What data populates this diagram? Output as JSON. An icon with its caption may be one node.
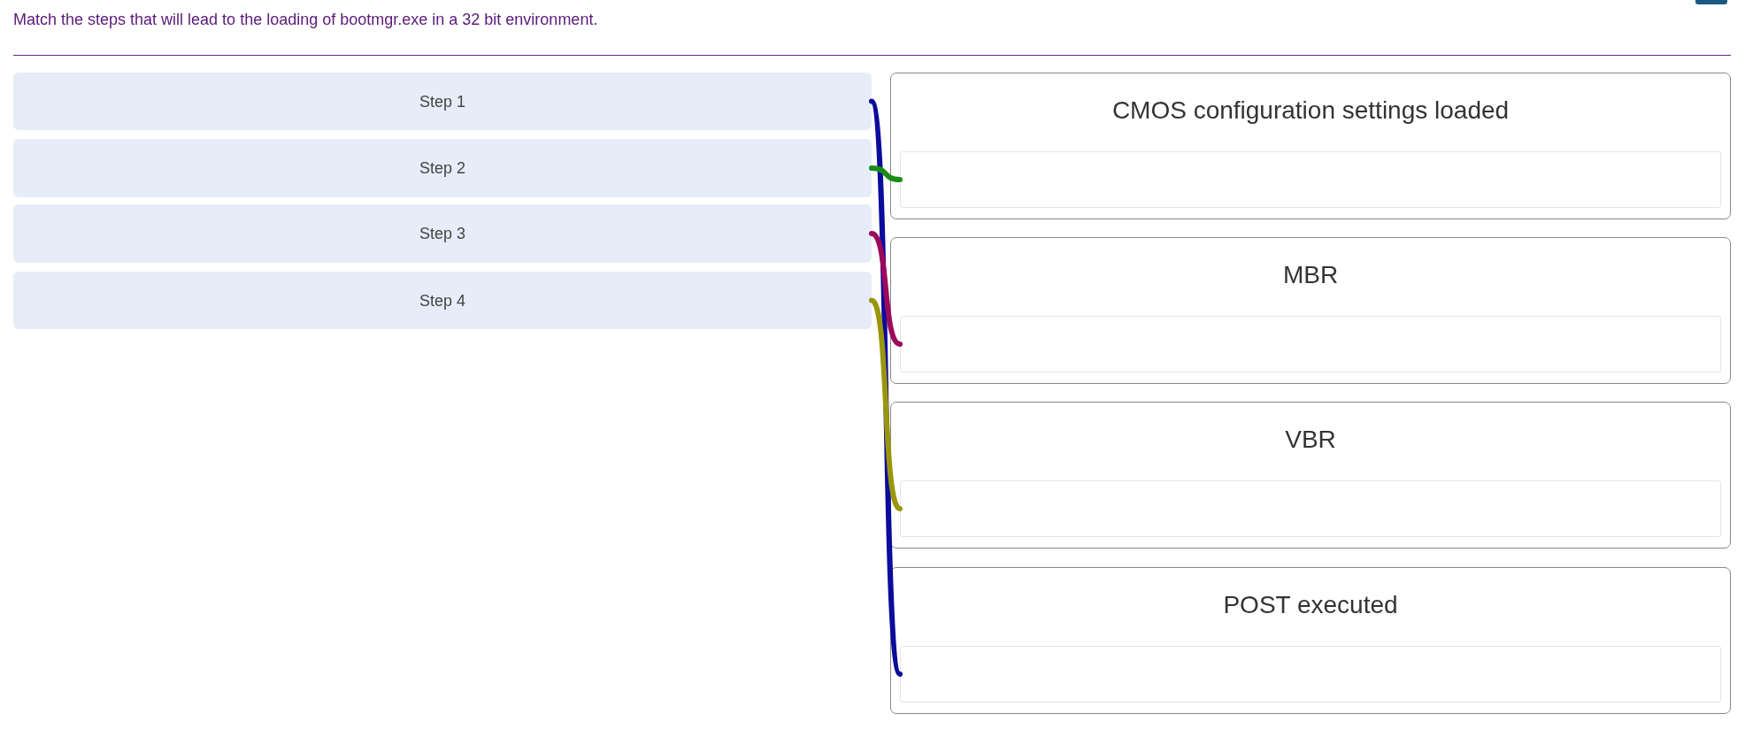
{
  "diagram": {
    "title": "Match the steps that will lead to the loading of bootmgr.exe in a 32 bit environment.",
    "nodes": [
      {
        "text": [
          "Step 1"
        ]
      },
      {
        "text": [
          "Step 2"
        ]
      },
      {
        "text": [
          "Step 3"
        ]
      },
      {
        "text": [
          "Step 4"
        ]
      },
      {
        "text": [
          "CMOS configuration settings loaded"
        ]
      },
      {
        "text": [],
        "shape": "box",
        "in": 4
      },
      {
        "text": [
          "MBR"
        ]
      },
      {
        "text": [],
        "shape": "box",
        "in": 6
      },
      {
        "text": [
          "VBR"
        ]
      },
      {
        "text": [],
        "shape": "box",
        "in": 8
      },
      {
        "text": [
          "POST executed"
        ]
      },
      {
        "text": [],
        "shape": "box",
        "in": 10
      }
    ],
    "edges": [
      {
        "from": 0,
        "to": 11,
        "arrow": "none",
        "color": "#0b0b9c"
      },
      {
        "from": 1,
        "to": 5,
        "arrow": "none",
        "color": "#1b8c16"
      },
      {
        "from": 2,
        "to": 7,
        "arrow": "none",
        "color": "#9c0a5c"
      },
      {
        "from": 3,
        "to": 9,
        "arrow": "none",
        "color": "#9a960c"
      }
    ]
  }
}
